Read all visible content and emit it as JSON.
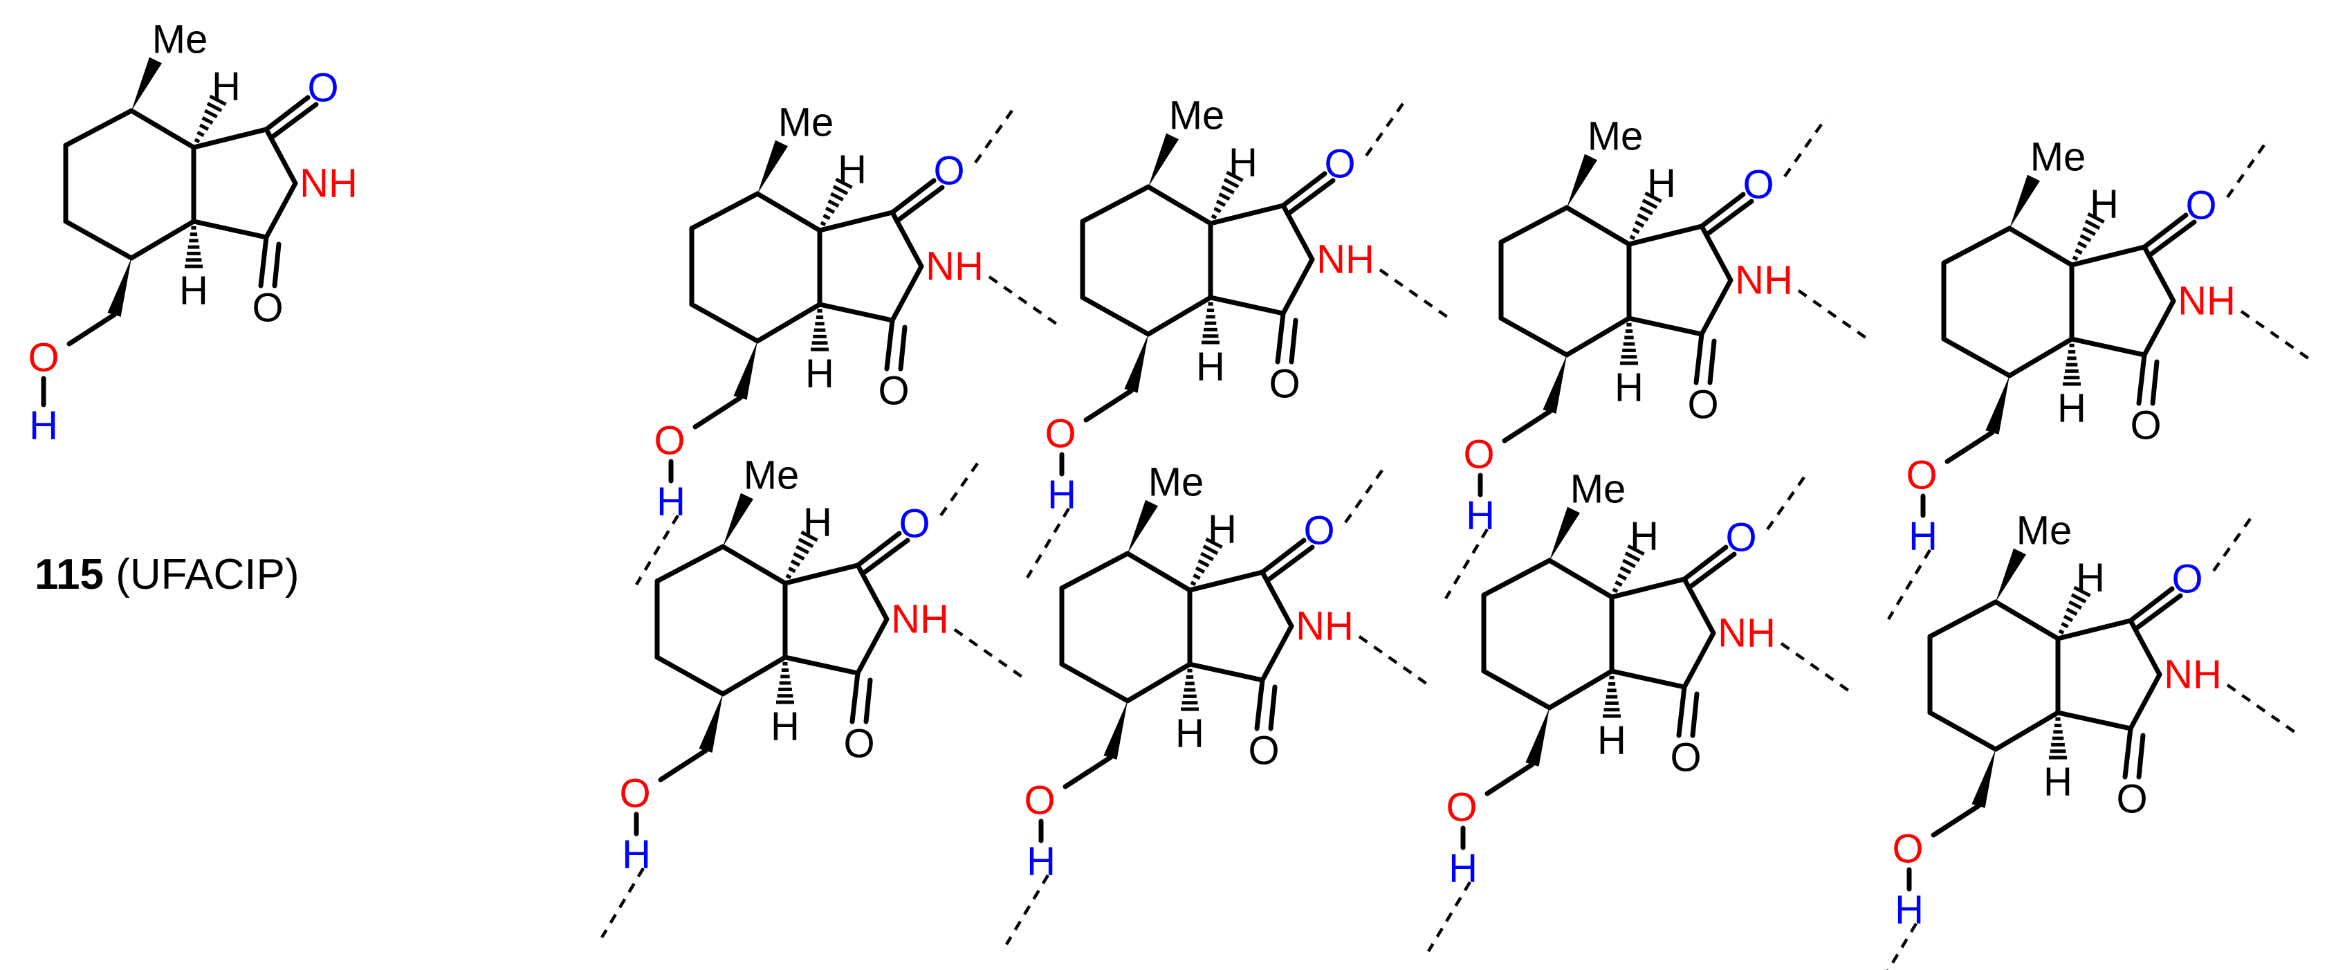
{
  "labels": {
    "methyl": "Me",
    "hydrogen": "H",
    "oxygen": "O",
    "imide_nh": "NH"
  },
  "caption": {
    "compound_number": "115",
    "refcode": "(UFACIP)"
  },
  "colors": {
    "bond": "#000000",
    "carbonyl_acceptor_oxygen": "#0000ff",
    "donor_hydrogen": "#0000ff",
    "imide_nitrogen": "#ff0000",
    "hydroxyl_oxygen": "#ff0000"
  }
}
